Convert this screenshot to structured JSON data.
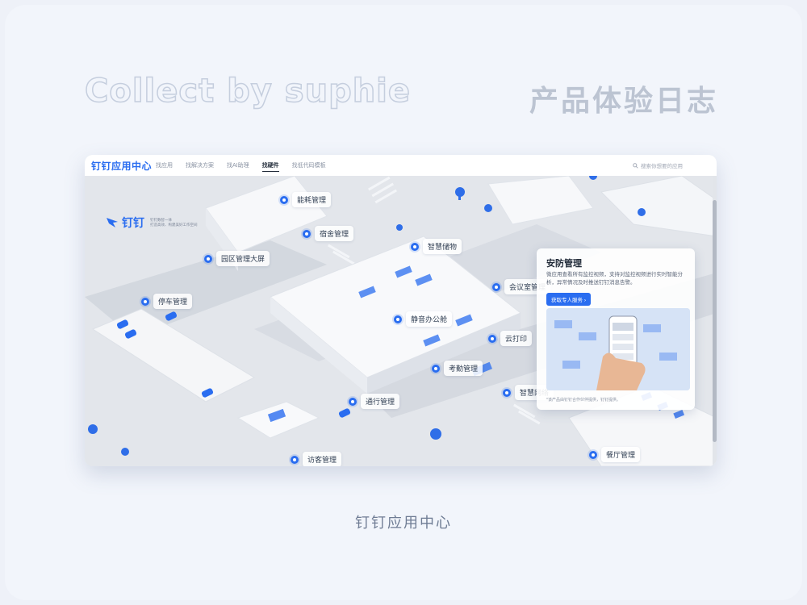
{
  "poster": {
    "watermark": "Collect by suphie",
    "heading": "产品体验日志",
    "caption": "钉钉应用中心"
  },
  "app": {
    "brand": "钉钉应用中心",
    "nav": [
      "找应用",
      "找解决方案",
      "找AI助理",
      "找硬件",
      "找低代码模板"
    ],
    "active_nav": "找硬件",
    "search_placeholder": "搜索你想要的应用",
    "logo_name": "钉钉",
    "logo_sub_1": "钉钉数智一体",
    "logo_sub_2": "打造高效、构建美好工作空间"
  },
  "scene_labels": {
    "energy": "能耗管理",
    "dorm": "宿舍管理",
    "storage": "智慧储物",
    "park_screen": "园区管理大屏",
    "meeting": "会议室管理",
    "parking": "停车管理",
    "quiet_office": "静音办公舱",
    "cloud_print": "云打印",
    "attendance": "考勤管理",
    "network": "智慧网络",
    "access": "通行管理",
    "dining": "餐厅管理",
    "visitor": "访客管理"
  },
  "detail_panel": {
    "title": "安防管理",
    "description": "微应用查看所有监控视频，支持对监控视频进行实时智能分析，异常情况及时推送钉钉消息告警。",
    "cta": "获取专人服务",
    "note": "*该产品由钉钉合作伙伴提供，钉钉提供。"
  },
  "colors": {
    "accent": "#2a6df0",
    "building": "#ffffff",
    "road": "#d7dbe2"
  }
}
